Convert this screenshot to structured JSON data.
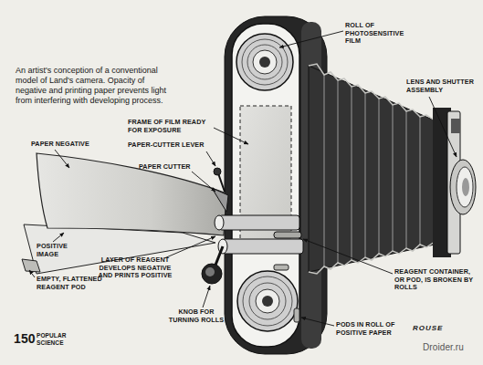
{
  "diagram": {
    "caption": "An artist's conception of a conventional model of Land's camera. Opacity of negative and printing paper prevents light from interfering with developing process.",
    "labels": [
      "ROLL OF PHOTOSENSITIVE FILM",
      "LENS AND SHUTTER ASSEMBLY",
      "FRAME OF FILM READY FOR EXPOSURE",
      "PAPER NEGATIVE",
      "PAPER-CUTTER LEVER",
      "PAPER CUTTER",
      "POSITIVE IMAGE",
      "LAYER OF REAGENT DEVELOPS NEGATIVE AND PRINTS POSITIVE",
      "EMPTY, FLATTENED REAGENT POD",
      "KNOB FOR TURNING ROLLS",
      "REAGENT CONTAINER, OR POD, IS BROKEN BY ROLLS",
      "PODS IN ROLL OF POSITIVE PAPER",
      "150",
      "POPULAR SCIENCE",
      "ROUSE",
      "Droider.ru"
    ]
  }
}
